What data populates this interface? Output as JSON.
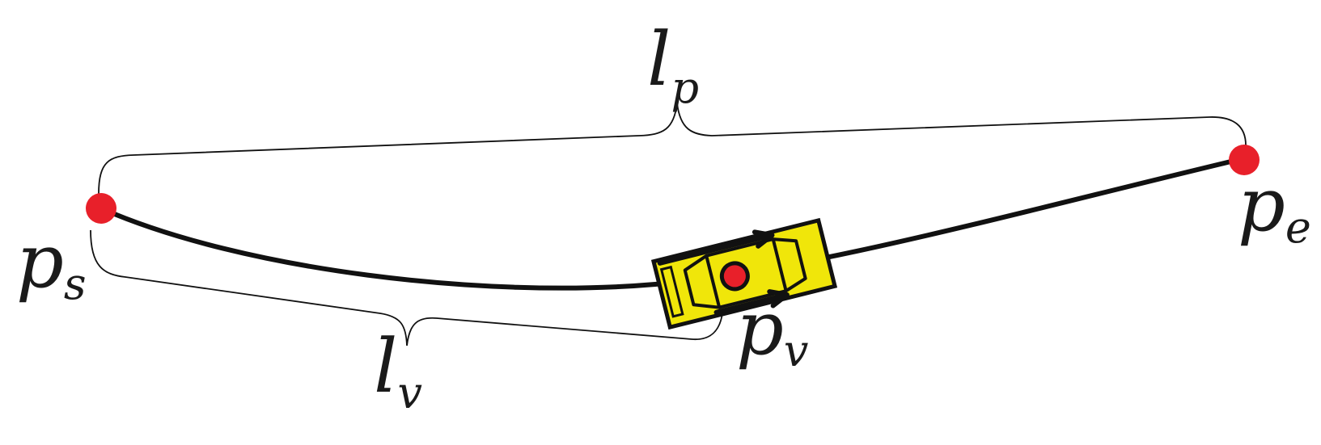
{
  "labels": {
    "path_length": {
      "main": "l",
      "sub": "p"
    },
    "vehicle_length": {
      "main": "l",
      "sub": "v"
    },
    "start_point": {
      "main": "p",
      "sub": "s"
    },
    "end_point": {
      "main": "p",
      "sub": "e"
    },
    "vehicle_point": {
      "main": "p",
      "sub": "v"
    }
  },
  "colors": {
    "point": "#e8202a",
    "vehicle_body": "#f0e60a",
    "stroke": "#111111"
  }
}
